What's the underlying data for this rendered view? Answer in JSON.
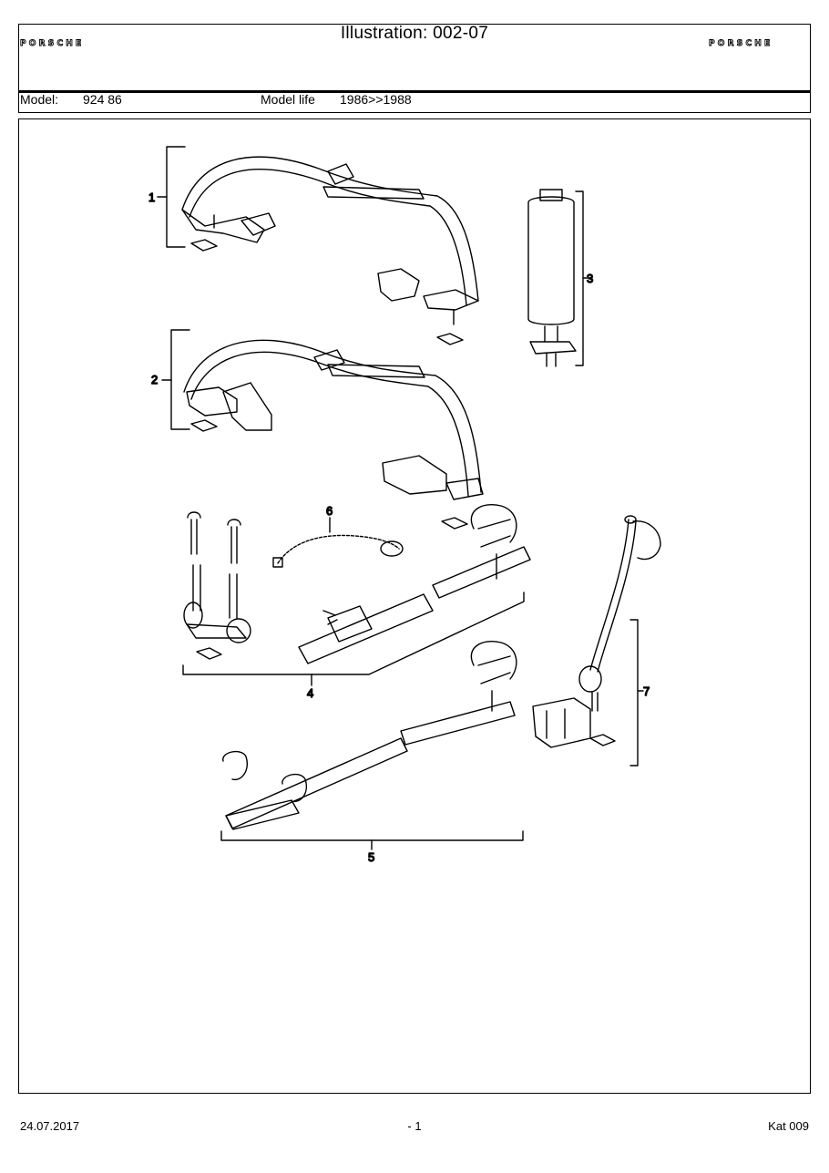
{
  "header": {
    "brand": "PORSCHE",
    "title": "Illustration: 002-07",
    "model_label": "Model:",
    "model_value": "924 86",
    "model_life_label": "Model life",
    "model_life_value": "1986>>1988"
  },
  "callouts": [
    "1",
    "2",
    "3",
    "4",
    "5",
    "6",
    "7"
  ],
  "footer": {
    "date": "24.07.2017",
    "page": "- 1",
    "catalog": "Kat 009"
  }
}
